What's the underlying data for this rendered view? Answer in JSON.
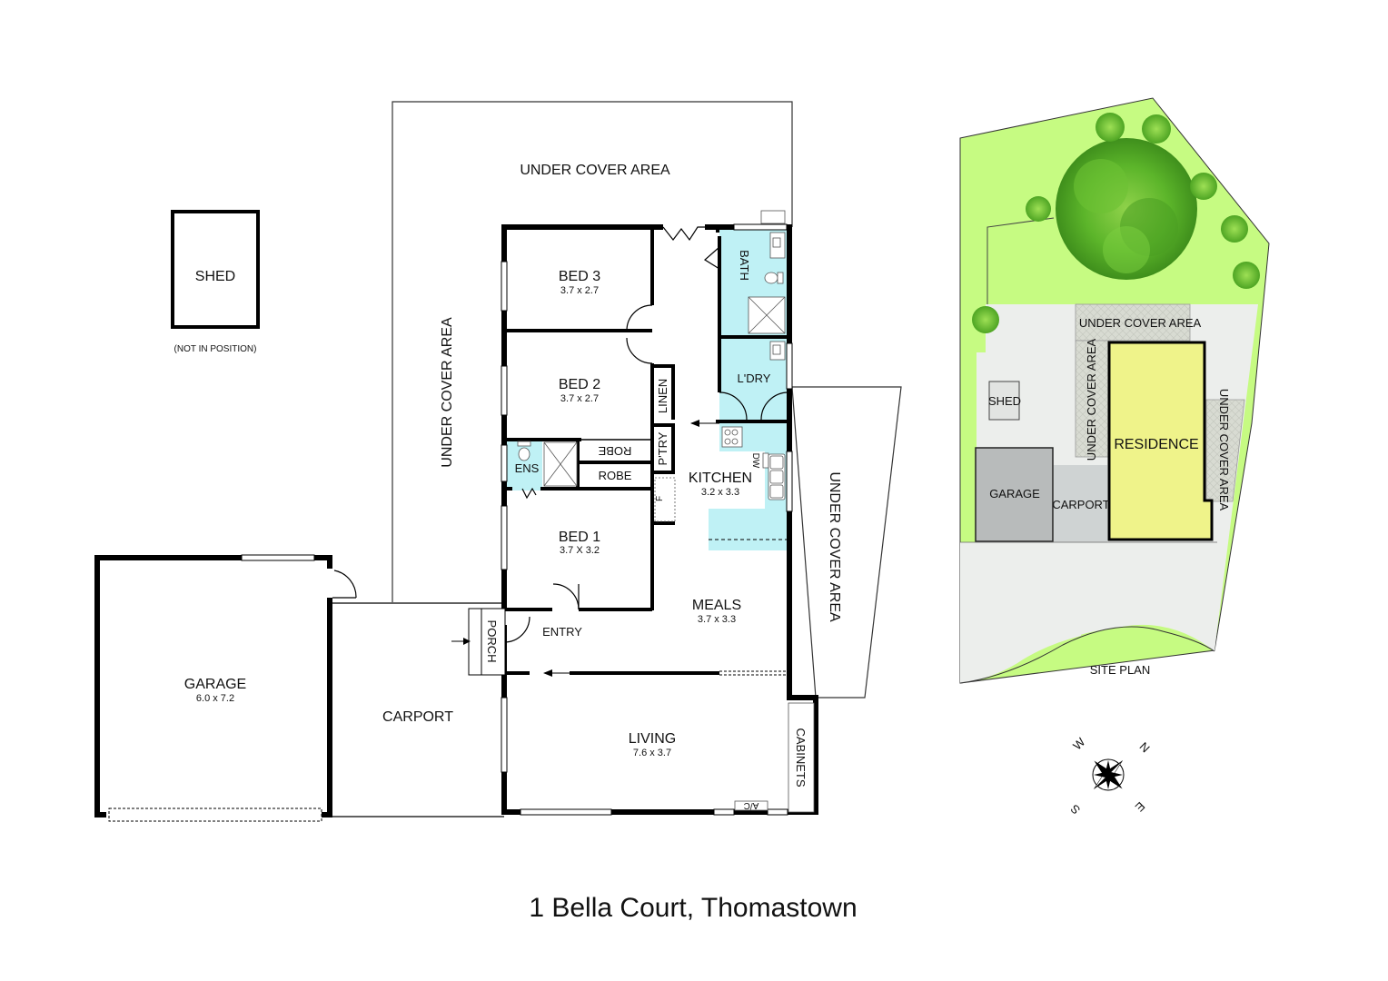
{
  "title": "1 Bella Court, Thomastown",
  "floor_plan": {
    "shed": {
      "label": "SHED",
      "note": "(NOT IN POSITION)"
    },
    "under_cover_top": "UNDER COVER AREA",
    "under_cover_left": "UNDER COVER AREA",
    "under_cover_right": "UNDER COVER AREA",
    "rooms": {
      "bed3": {
        "label": "BED 3",
        "dims": "3.7 x 2.7"
      },
      "bed2": {
        "label": "BED 2",
        "dims": "3.7 x 2.7"
      },
      "bed1": {
        "label": "BED 1",
        "dims": "3.7 X 3.2"
      },
      "bath": {
        "label": "BATH"
      },
      "laundry": {
        "label": "L'DRY"
      },
      "linen": {
        "label": "LINEN"
      },
      "pantry": {
        "label": "P'TRY"
      },
      "ensuite": {
        "label": "ENS"
      },
      "robe_top": {
        "label": "ROBE"
      },
      "robe_bottom": {
        "label": "ROBE"
      },
      "fridge": {
        "label": "F"
      },
      "dishwasher": {
        "label": "DW"
      },
      "kitchen": {
        "label": "KITCHEN",
        "dims": "3.2 x 3.3"
      },
      "meals": {
        "label": "MEALS",
        "dims": "3.7 x 3.3"
      },
      "entry": {
        "label": "ENTRY"
      },
      "porch": {
        "label": "PORCH"
      },
      "living": {
        "label": "LIVING",
        "dims": "7.6 x 3.7"
      },
      "cabinets": {
        "label": "CABINETS"
      },
      "ac": {
        "label": "A/C"
      },
      "garage": {
        "label": "GARAGE",
        "dims": "6.0 x 7.2"
      },
      "carport": {
        "label": "CARPORT"
      }
    }
  },
  "site_plan": {
    "title": "SITE PLAN",
    "labels": {
      "under_cover_top": "UNDER COVER AREA",
      "under_cover_left": "UNDER COVER AREA",
      "under_cover_right": "UNDER COVER AREA",
      "residence": "RESIDENCE",
      "shed": "SHED",
      "garage": "GARAGE",
      "carport": "CARPORT"
    },
    "colors": {
      "lawn": "#c6fb82",
      "paving": "#eceeec",
      "residence": "#eff38a",
      "garage": "#b8bbbb",
      "carport": "#cfd3d3",
      "under_cover": "#d8dbd2",
      "tree": "#5cb52a"
    }
  },
  "compass": {
    "n": "N",
    "e": "E",
    "s": "S",
    "w": "W"
  },
  "colors": {
    "wet_area": "#bff1f5",
    "wall": "#000000"
  }
}
